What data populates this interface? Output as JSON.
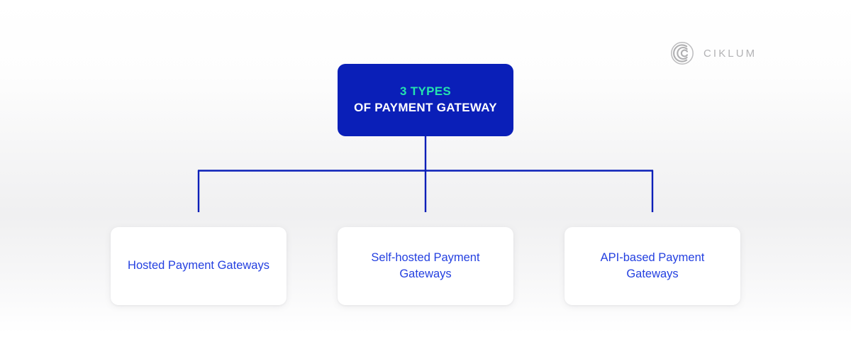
{
  "brand": {
    "name": "CIKLUM",
    "logo_icon": "ciklum-arcs-icon",
    "color": "#b3b3b5"
  },
  "diagram": {
    "type": "tree",
    "root": {
      "line_1": "3 TYPES",
      "line_2": "OF PAYMENT GATEWAY",
      "background_color": "#0a1fb8",
      "line_1_color": "#24e3ae",
      "line_2_color": "#ffffff"
    },
    "connector_color": "#0a1fb8",
    "children": [
      {
        "label": "Hosted Payment Gateways",
        "text_color": "#2440e0",
        "background_color": "#ffffff"
      },
      {
        "label": "Self-hosted Payment Gateways",
        "text_color": "#2440e0",
        "background_color": "#ffffff"
      },
      {
        "label": "API-based Payment Gateways",
        "text_color": "#2440e0",
        "background_color": "#ffffff"
      }
    ]
  }
}
